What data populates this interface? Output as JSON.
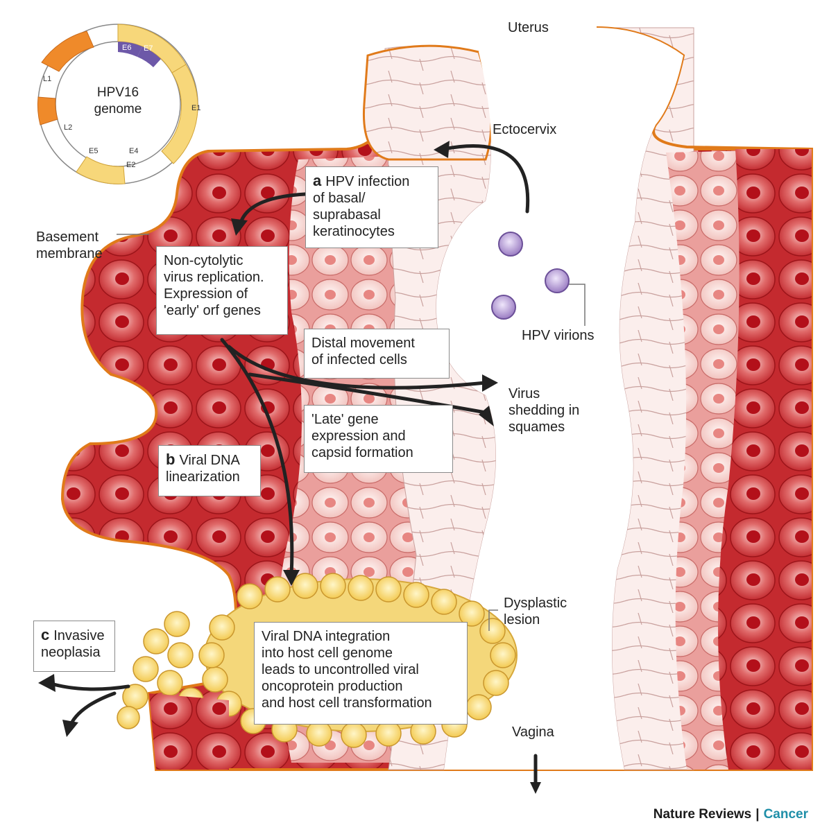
{
  "genome": {
    "title_line1": "HPV16",
    "title_line2": "genome",
    "segments": [
      "L1",
      "L2",
      "E6",
      "E7",
      "E1",
      "E2",
      "E4",
      "E5"
    ]
  },
  "labels": {
    "uterus": "Uterus",
    "ectocervix": "Ectocervix",
    "basement_membrane": "Basement\nmembrane",
    "hpv_virions": "HPV virions",
    "virus_shedding": "Virus\nshedding in\nsquames",
    "dysplastic_lesion": "Dysplastic\nlesion",
    "vagina": "Vagina"
  },
  "boxes": {
    "a": {
      "letter": "a",
      "text": "HPV infection\nof basal/\nsuprabasal\nkeratinocytes"
    },
    "replication": {
      "text": "Non-cytolytic\nvirus replication.\nExpression of\n'early' orf genes"
    },
    "distal": {
      "text": "Distal movement\nof infected cells"
    },
    "late": {
      "text": "'Late' gene\nexpression and\ncapsid formation"
    },
    "b": {
      "letter": "b",
      "text": "Viral DNA\nlinearization"
    },
    "c": {
      "letter": "c",
      "text": "Invasive\nneoplasia"
    },
    "integration": {
      "text": "Viral DNA integration\ninto host cell genome\nleads to uncontrolled viral\noncoprotein production\nand host cell transformation"
    }
  },
  "credit": {
    "journal": "Nature Reviews",
    "section": "Cancer"
  },
  "colors": {
    "basal_red": "#c8282e",
    "light_pink": "#f6dcda",
    "membrane_orange": "#e07a1a",
    "lesion_yellow": "#f3cd5a",
    "virion_purple": "#a78ac8",
    "genome_orange": "#ef8a2a",
    "genome_yellow": "#f7d77a",
    "genome_purple": "#6d58a8",
    "credit_teal": "#1f8fa8"
  }
}
